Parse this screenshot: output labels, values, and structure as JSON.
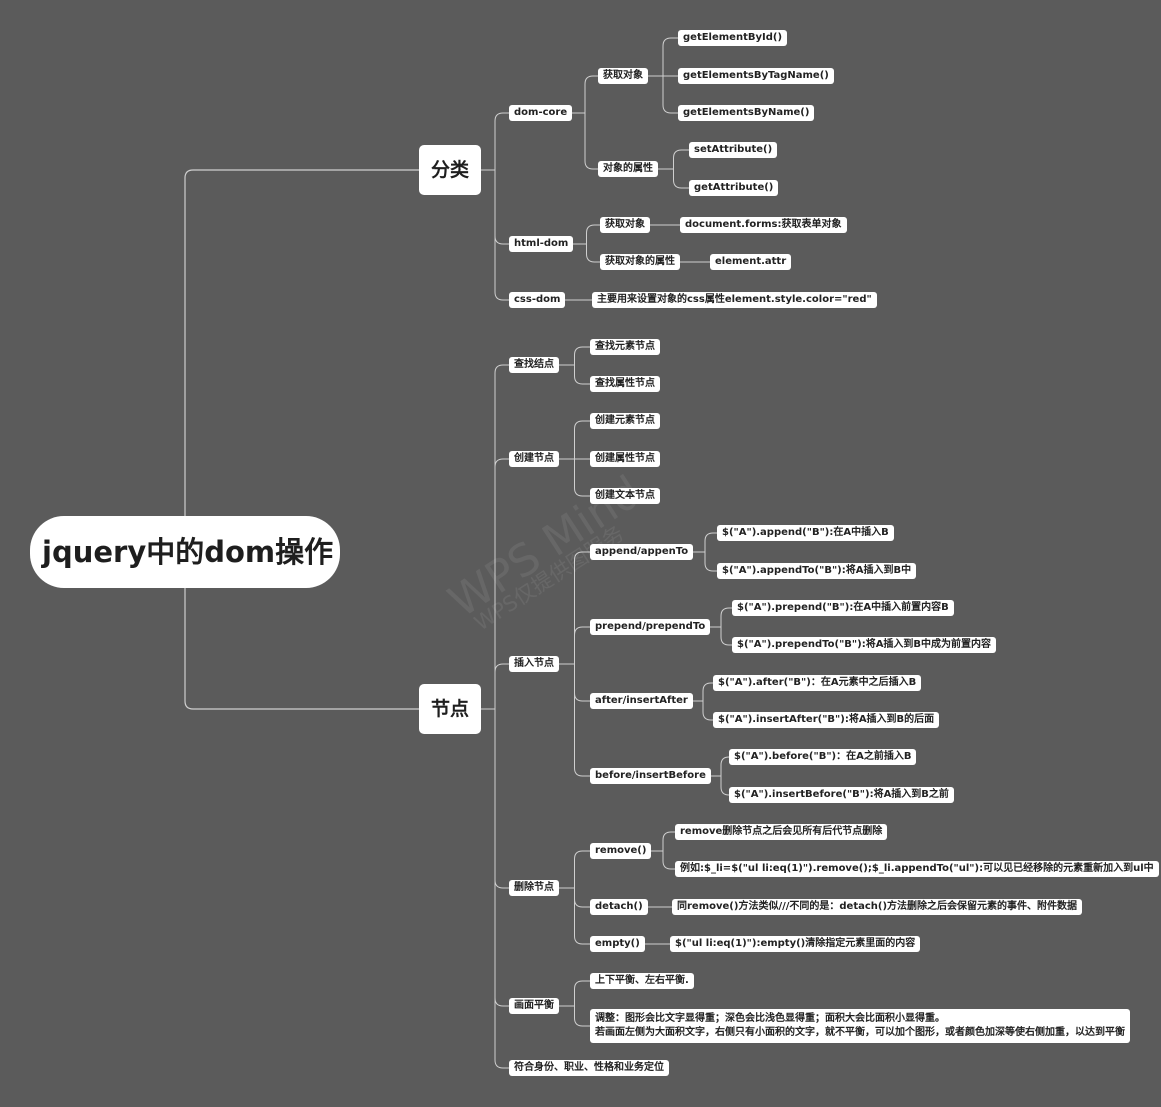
{
  "root": "jquery中的dom操作",
  "watermark": {
    "line1": "WPS Mind",
    "line2": "WPS仅提供图服务"
  },
  "b1": {
    "label": "分类",
    "dom_core": {
      "label": "dom-core",
      "get_obj": {
        "label": "获取对象",
        "items": [
          "getElementById()",
          "getElementsByTagName()",
          "getElementsByName()"
        ]
      },
      "attr": {
        "label": "对象的属性",
        "items": [
          "setAttribute()",
          "getAttribute()"
        ]
      }
    },
    "html_dom": {
      "label": "html-dom",
      "get_obj": {
        "label": "获取对象",
        "value": "document.forms:获取表单对象"
      },
      "get_attr": {
        "label": "获取对象的属性",
        "value": "element.attr"
      }
    },
    "css_dom": {
      "label": "css-dom",
      "value": "主要用来设置对象的css属性element.style.color=\"red\""
    }
  },
  "b2": {
    "label": "节点",
    "find": {
      "label": "查找结点",
      "items": [
        "查找元素节点",
        "查找属性节点"
      ]
    },
    "create": {
      "label": "创建节点",
      "items": [
        "创建元素节点",
        "创建属性节点",
        "创建文本节点"
      ]
    },
    "insert": {
      "label": "插入节点",
      "append": {
        "label": "append/appenTo",
        "items": [
          "$(\"A\").append(\"B\"):在A中插入B",
          "$(\"A\").appendTo(\"B\"):将A插入到B中"
        ]
      },
      "prepend": {
        "label": "prepend/prependTo",
        "items": [
          "$(\"A\").prepend(\"B\"):在A中插入前置内容B",
          "$(\"A\").prependTo(\"B\"):将A插入到B中成为前置内容"
        ]
      },
      "after": {
        "label": "after/insertAfter",
        "items": [
          "$(\"A\").after(\"B\")：在A元素中之后插入B",
          "$(\"A\").insertAfter(\"B\"):将A插入到B的后面"
        ]
      },
      "before": {
        "label": "before/insertBefore",
        "items": [
          "$(\"A\").before(\"B\")：在A之前插入B",
          "$(\"A\").insertBefore(\"B\"):将A插入到B之前"
        ]
      }
    },
    "delete": {
      "label": "删除节点",
      "remove": {
        "label": "remove()",
        "items": [
          "remove删除节点之后会见所有后代节点删除",
          "例如:$_li=$(\"ul li:eq(1)\").remove();$_li.appendTo(\"ul\"):可以见已经移除的元素重新加入到ul中"
        ]
      },
      "detach": {
        "label": "detach()",
        "value": "同remove()方法类似///不同的是：detach()方法删除之后会保留元素的事件、附件数据"
      },
      "empty": {
        "label": "empty()",
        "value": "$(\"ul li:eq(1)\"):empty()清除指定元素里面的内容"
      }
    },
    "balance": {
      "label": "画面平衡",
      "item1": "上下平衡、左右平衡.",
      "item2": [
        "调整：图形会比文字显得重；深色会比浅色显得重；面积大会比面积小显得重。",
        "若画面左侧为大面积文字，右侧只有小面积的文字，就不平衡，可以加个图形，或者颜色加深等使右侧加重，以达到平衡"
      ]
    },
    "identity": {
      "label": "符合身份、职业、性格和业务定位"
    }
  }
}
